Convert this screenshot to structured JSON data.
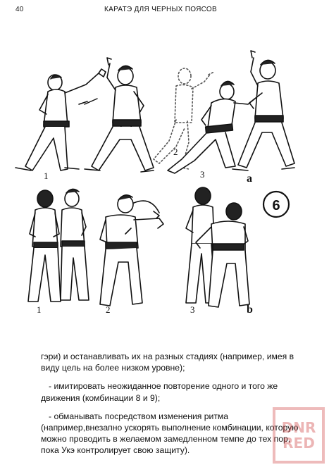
{
  "header": {
    "page_number": "40",
    "running_title": "КАРАТЭ ДЛЯ ЧЕРНЫХ ПОЯСОВ"
  },
  "figure": {
    "number": "6",
    "row_a": {
      "letter": "a",
      "steps": [
        "1",
        "2",
        "3"
      ]
    },
    "row_b": {
      "letter": "b",
      "steps": [
        "1",
        "2",
        "3"
      ]
    }
  },
  "text": {
    "paragraph_1": "гэри) и останавливать их на разных стадиях (например, имея в виду цель на более низком уровне);",
    "paragraph_2": "- имитировать неожиданное повторение одного и того же движения (комбинации 8 и 9);",
    "paragraph_3": "- обманывать посредством изменения ритма (например,внезапно ускорять выполнение комбинации, которую можно проводить в желаемом замедленном темпе до тех пор, пока Укэ контролирует свою защиту)."
  },
  "watermark": {
    "line1": "DNR",
    "line2": "RED"
  },
  "colors": {
    "ink": "#111111",
    "paper": "#ffffff",
    "watermark": "#cd3c3c"
  }
}
